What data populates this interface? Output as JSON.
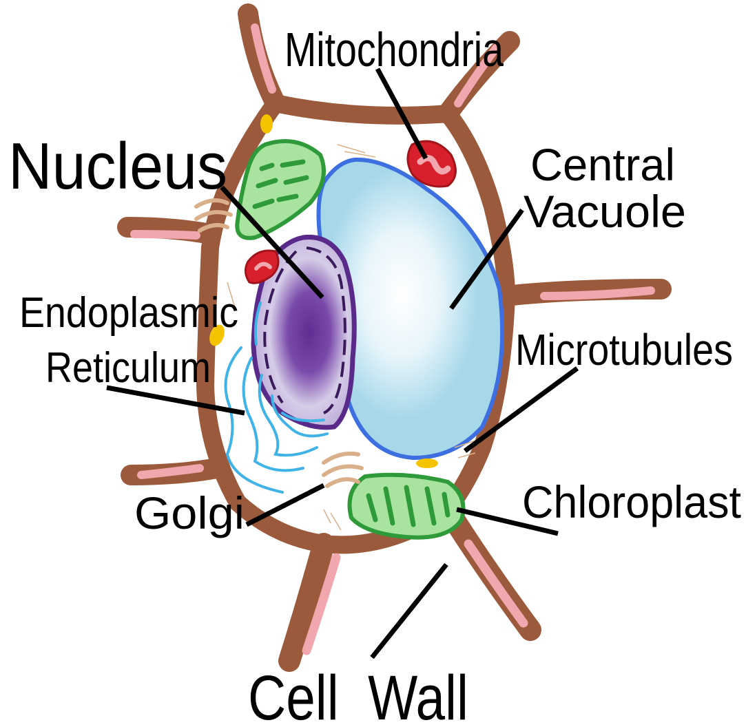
{
  "diagram": {
    "labels": {
      "mitochondria": "Mitochondria",
      "nucleus": "Nucleus",
      "central_vacuole_line1": "Central",
      "central_vacuole_line2": "Vacuole",
      "endoplasmic_reticulum_line1": "Endoplasmic",
      "endoplasmic_reticulum_line2": "Reticulum",
      "microtubules": "Microtubules",
      "golgi": "Golgi",
      "chloroplast": "Chloroplast",
      "cell_wall": "Cell  Wall"
    },
    "colors": {
      "cell_wall": "#9b5a3c",
      "plasmodesmata": "#f2a6ad",
      "vacuole_fill": "#a6d8ea",
      "vacuole_edge": "#3d6fe0",
      "nucleus_fill": "#b8a6d6",
      "nucleus_core": "#5e2d91",
      "nucleus_edge": "#5a2a8a",
      "chloroplast_fill": "#a8e4a0",
      "chloroplast_edge": "#2f9a3a",
      "mitochondria_fill": "#d8202c",
      "er": "#3fb3e6",
      "golgi": "#d9b08a",
      "granule": "#f5c400"
    }
  }
}
